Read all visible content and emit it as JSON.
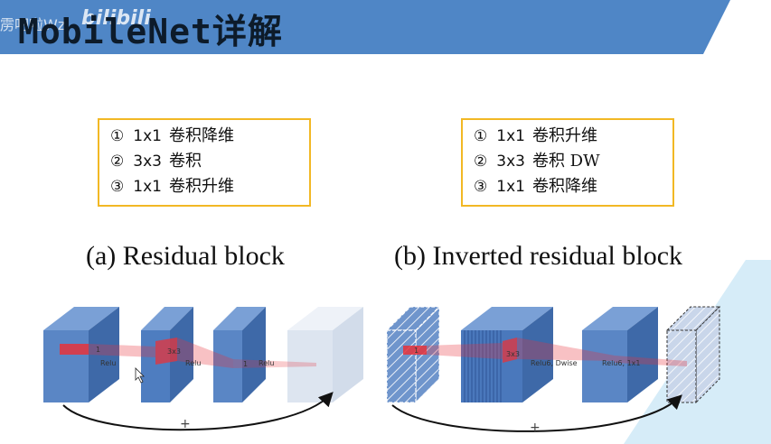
{
  "slide": {
    "title": "MobileNet详解",
    "watermark_text": "雳吧啦Wz",
    "watermark_logo": "bilibili"
  },
  "residual": {
    "caption": "(a) Residual block",
    "steps": [
      {
        "num": "①",
        "size": "1x1",
        "text": "卷积降维"
      },
      {
        "num": "②",
        "size": "3x3",
        "text": "卷积"
      },
      {
        "num": "③",
        "size": "1x1",
        "text": "卷积升维"
      }
    ],
    "labels": {
      "k1": "1",
      "k2": "3x3",
      "relu1": "Relu",
      "relu2": "Relu",
      "k3": "1",
      "relu3": "Relu",
      "plus": "+"
    }
  },
  "inverted": {
    "caption": "(b) Inverted residual block",
    "steps": [
      {
        "num": "①",
        "size": "1x1",
        "text": "卷积升维"
      },
      {
        "num": "②",
        "size": "3x3",
        "text": "卷积 DW"
      },
      {
        "num": "③",
        "size": "1x1",
        "text": "卷积降维"
      }
    ],
    "labels": {
      "k1": "1",
      "k2": "3x3",
      "relu1": "Relu6, Dwise",
      "relu2": "Relu6, 1x1",
      "plus": "+"
    }
  },
  "colors": {
    "banner": "#4f86c6",
    "box_border": "#f2b824",
    "block_front": "#5a86c5",
    "block_side": "#3e69a8",
    "block_top": "#7aa0d6",
    "block_faded": "#dde5f0",
    "kernel_red": "#e8333a",
    "triangle": "#d6ecf8"
  }
}
